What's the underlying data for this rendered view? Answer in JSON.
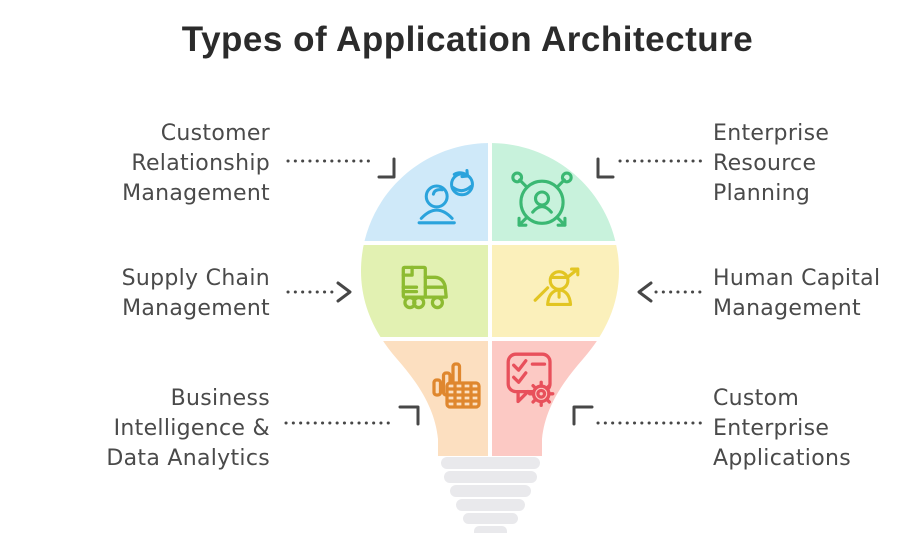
{
  "title": {
    "text": "Types of Application Architecture"
  },
  "colors": {
    "background": "#ffffff",
    "title_text": "#2b2b2b",
    "label_text": "#4a4a4a",
    "connector": "#474747",
    "bulb_base": "#e9e9ec"
  },
  "segments": {
    "crm": {
      "label": "Customer\nRelationship\nManagement",
      "fill": "#cfe9f9",
      "icon": "person-refresh-icon",
      "icon_color": "#2aa3dc"
    },
    "erp": {
      "label": "Enterprise\nResource\nPlanning",
      "fill": "#c8f2dc",
      "icon": "person-network-icon",
      "icon_color": "#3bb873"
    },
    "scm": {
      "label": "Supply Chain\nManagement",
      "fill": "#e2f1b2",
      "icon": "delivery-truck-icon",
      "icon_color": "#8dbb31"
    },
    "hcm": {
      "label": "Human Capital\nManagement",
      "fill": "#fbf0bb",
      "icon": "person-growth-arrow-icon",
      "icon_color": "#e2c522"
    },
    "bi": {
      "label": "Business\nIntelligence &\nData Analytics",
      "fill": "#fcdfc0",
      "icon": "bar-chart-table-icon",
      "icon_color": "#df872e"
    },
    "custom": {
      "label": "Custom\nEnterprise\nApplications",
      "fill": "#fcc9c4",
      "icon": "checklist-gear-icon",
      "icon_color": "#e8505b"
    }
  }
}
